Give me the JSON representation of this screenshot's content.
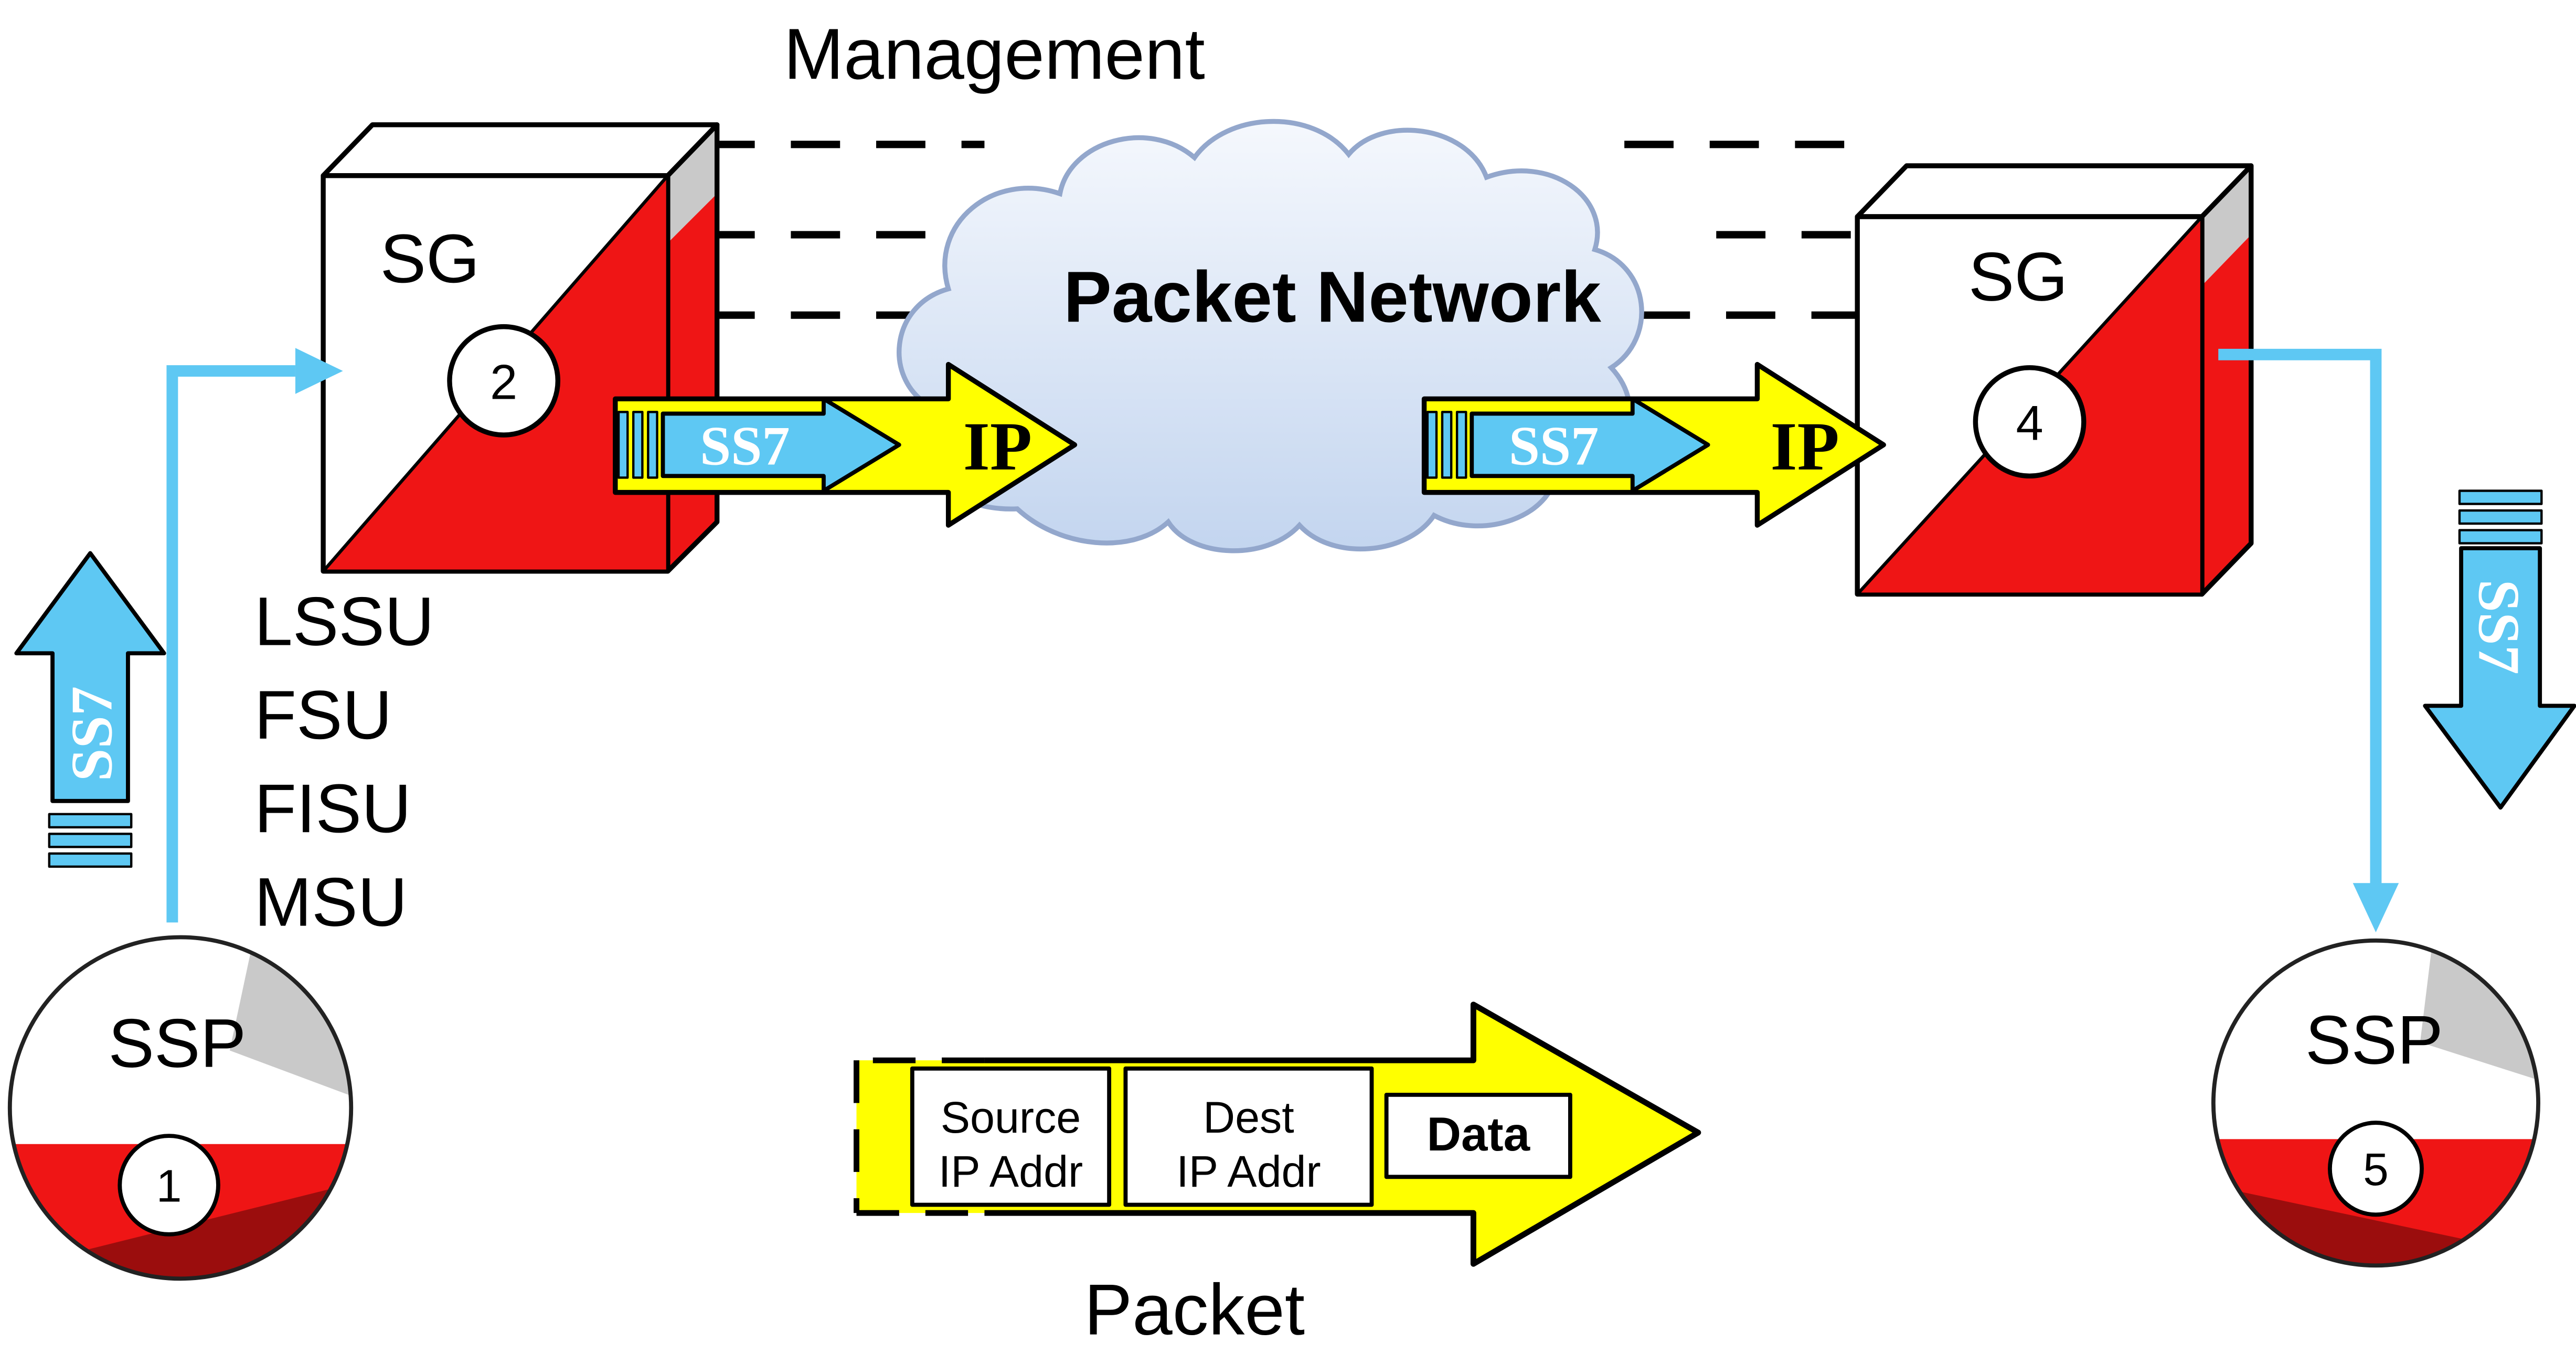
{
  "labels": {
    "management": "Management",
    "packet_network": "Packet Network",
    "packet": "Packet"
  },
  "nodes": {
    "sg_left": {
      "label": "SG",
      "step": "2"
    },
    "sg_right": {
      "label": "SG",
      "step": "4"
    },
    "ssp_left": {
      "label": "SSP",
      "step": "1"
    },
    "ssp_right": {
      "label": "SSP",
      "step": "5"
    }
  },
  "messages": [
    "LSSU",
    "FSU",
    "FISU",
    "MSU"
  ],
  "arrows": {
    "ss7_uplink": "SS7",
    "ss7_downlink": "SS7",
    "ip_left": {
      "ss7": "SS7",
      "ip": "IP"
    },
    "ip_right": {
      "ss7": "SS7",
      "ip": "IP"
    }
  },
  "packet_fields": {
    "source_line1": "Source",
    "source_line2": "IP Addr",
    "dest_line1": "Dest",
    "dest_line2": "IP Addr",
    "data": "Data"
  },
  "colors": {
    "red": "#ef1515",
    "dark_red": "#9b0d0d",
    "yellow": "#ffff00",
    "blue": "#5ec8f3",
    "gray": "#c9c9c9",
    "cloud_fill": "#d9e4f6",
    "cloud_stroke": "#93a7cc"
  }
}
